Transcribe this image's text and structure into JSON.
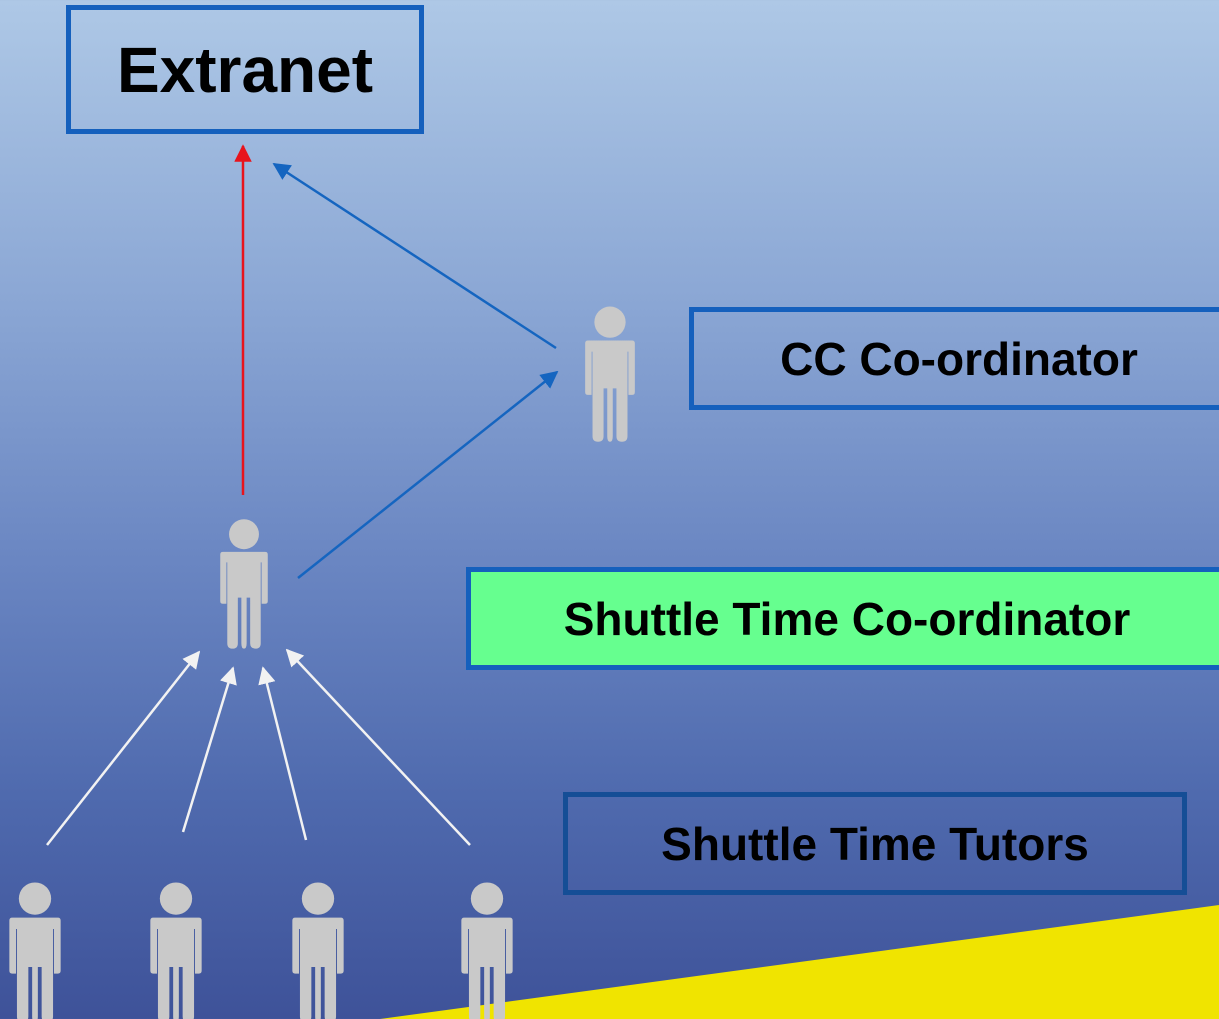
{
  "labels": {
    "extranet": "Extranet",
    "cc_coordinator": "CC Co-ordinator",
    "shuttle_time_coordinator": "Shuttle Time Co-ordinator",
    "shuttle_time_tutors": "Shuttle Time Tutors"
  },
  "colors": {
    "box_border": "#1560bd",
    "tutors_box_border": "#154e96",
    "highlight_fill": "#66ff8f",
    "label_fill": "#5a7fbe",
    "person_icon": "#c9c9c9",
    "arrow_red": "#e8141c",
    "arrow_blue": "#1565c0",
    "arrow_white": "#f2f2f2",
    "corner_triangle": "#f0e400"
  },
  "icons": [
    "person-icon"
  ]
}
